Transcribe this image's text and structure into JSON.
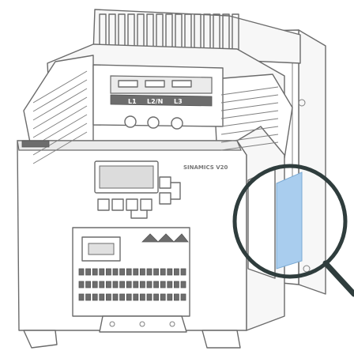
{
  "figure": {
    "product_text": "SINAMICS V20",
    "terminal_labels": [
      "L1",
      "L2/N",
      "L3"
    ],
    "accent_color": "#a9cdee",
    "line_color": "#6b6b6b",
    "icons": [
      "heat-sink-fins",
      "display-screen",
      "keypad-buttons",
      "io-terminal-block",
      "magnifier-circle",
      "highlighted-label-area"
    ]
  }
}
